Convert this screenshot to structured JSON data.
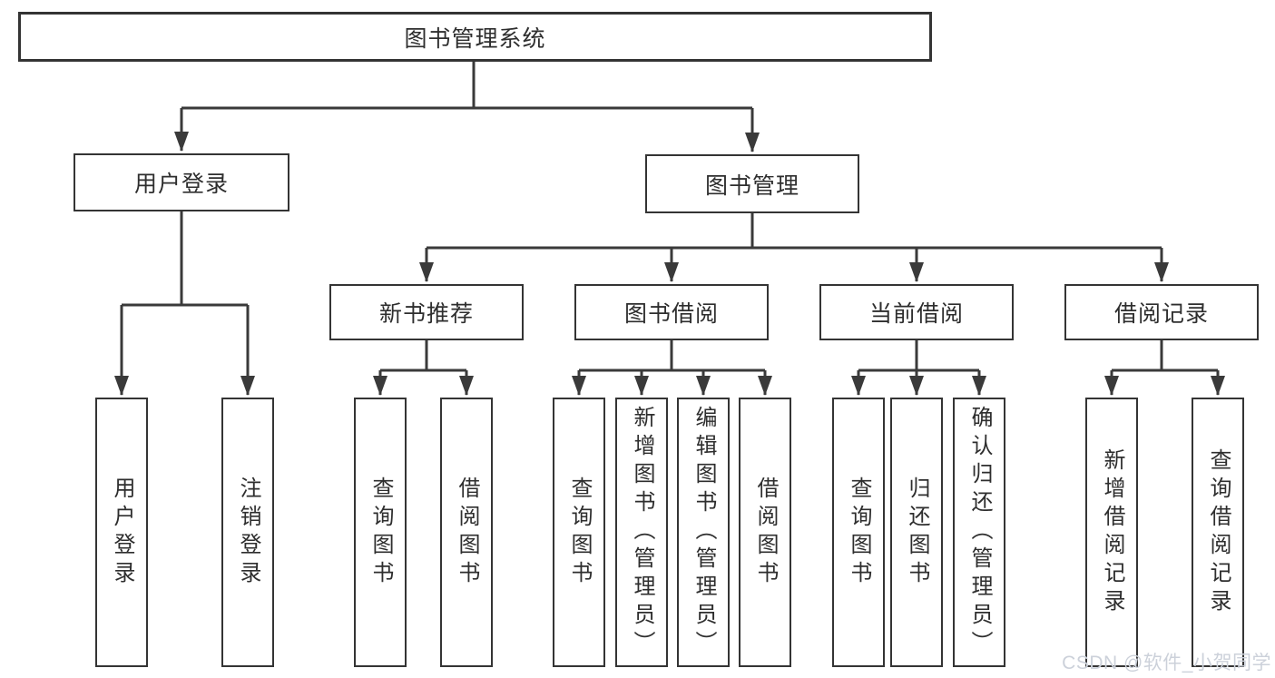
{
  "diagram": {
    "title": "图书管理系统",
    "branches": [
      {
        "label": "用户登录",
        "children": [
          {
            "label": "用户登录"
          },
          {
            "label": "注销登录"
          }
        ]
      },
      {
        "label": "图书管理",
        "groups": [
          {
            "label": "新书推荐",
            "children": [
              {
                "label": "查询图书"
              },
              {
                "label": "借阅图书"
              }
            ]
          },
          {
            "label": "图书借阅",
            "children": [
              {
                "label": "查询图书"
              },
              {
                "label": "新增图书（管理员）"
              },
              {
                "label": "编辑图书（管理员）"
              },
              {
                "label": "借阅图书"
              }
            ]
          },
          {
            "label": "当前借阅",
            "children": [
              {
                "label": "查询图书"
              },
              {
                "label": "归还图书"
              },
              {
                "label": "确认归还（管理员）"
              }
            ]
          },
          {
            "label": "借阅记录",
            "children": [
              {
                "label": "新增借阅记录"
              },
              {
                "label": "查询借阅记录"
              }
            ]
          }
        ]
      }
    ],
    "colors": {
      "line": "#3a3a3a",
      "box_border": "#343434",
      "box_fill": "#ffffff",
      "text": "#2e2e2e",
      "watermark": "#ccd1da"
    }
  },
  "watermark": {
    "text": "CSDN @软件_小贺同学"
  }
}
